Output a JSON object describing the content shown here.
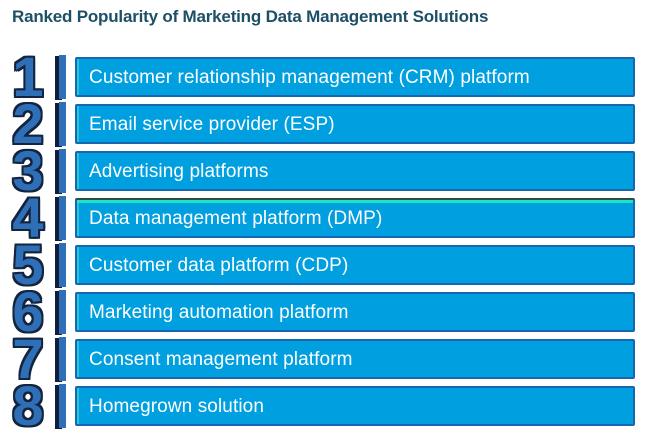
{
  "title": "Ranked Popularity of Marketing Data Management Solutions",
  "rows": [
    {
      "rank": "1",
      "label": "Customer relationship management (CRM) platform"
    },
    {
      "rank": "2",
      "label": "Email service provider (ESP)"
    },
    {
      "rank": "3",
      "label": "Advertising platforms"
    },
    {
      "rank": "4",
      "label": "Data management platform (DMP)"
    },
    {
      "rank": "5",
      "label": "Customer data platform (CDP)"
    },
    {
      "rank": "6",
      "label": "Marketing automation platform"
    },
    {
      "rank": "7",
      "label": "Consent management platform"
    },
    {
      "rank": "8",
      "label": "Homegrown solution"
    }
  ],
  "chart_data": {
    "type": "bar",
    "orientation": "horizontal",
    "title": "Ranked Popularity of Marketing Data Management Solutions",
    "categories": [
      "Customer relationship management (CRM) platform",
      "Email service provider (ESP)",
      "Advertising platforms",
      "Data management platform (DMP)",
      "Customer data platform (CDP)",
      "Marketing automation platform",
      "Consent management platform",
      "Homegrown solution"
    ],
    "ranks": [
      1,
      2,
      3,
      4,
      5,
      6,
      7,
      8
    ],
    "values_note": "All bars rendered equal length; rank order (1 = most popular) encodes popularity, no numeric axis shown",
    "highlighted_rank": 4,
    "legend": "none",
    "grid": "off"
  },
  "colors": {
    "bar_fill": "#009fe0",
    "bar_border": "#1567b2",
    "bar_text": "#ffffff",
    "rank_number_fill": "#2f6fb8",
    "rank_number_outline": "#14243e",
    "tick_shadow_navy": "#101e3c",
    "title_text": "#1d4f66",
    "highlight_teal": "#1be6c3",
    "background": "#ffffff"
  }
}
